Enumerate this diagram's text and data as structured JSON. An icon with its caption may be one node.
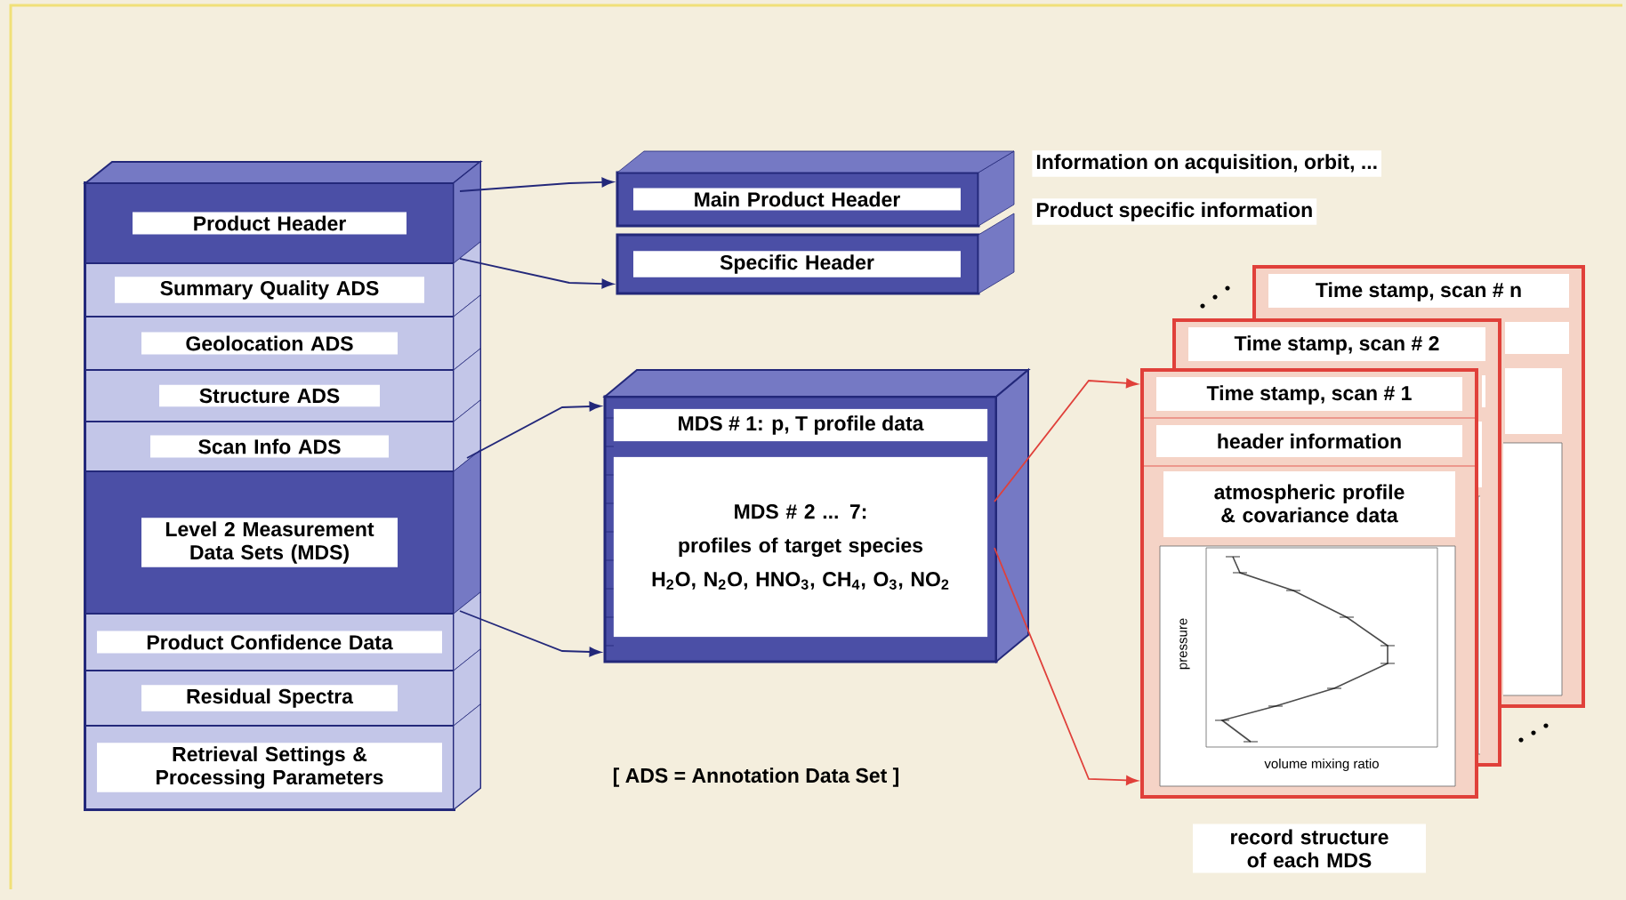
{
  "diagram": {
    "nodes": [
      {
        "text": [],
        "shape": "box"
      },
      {
        "text": [
          "Product Header"
        ],
        "in": 0
      },
      {
        "text": [
          "Summary Quality ADS"
        ],
        "in": 0
      },
      {
        "text": [
          "Geolocation ADS"
        ],
        "in": 0
      },
      {
        "text": [
          "Structure ADS"
        ],
        "in": 0
      },
      {
        "text": [
          "Scan Info ADS"
        ],
        "in": 0
      },
      {
        "text": [
          "Level 2 Measurement Data Sets (MDS)"
        ],
        "in": 0
      },
      {
        "text": [
          "Product Confidence Data"
        ],
        "in": 0
      },
      {
        "text": [
          "Residual Spectra"
        ],
        "in": 0
      },
      {
        "text": [
          "Retrieval Settings & Processing Parameters"
        ],
        "in": 0
      },
      {
        "text": [
          "Main Product Header"
        ],
        "beside": [
          "Information on acquisition, orbit, ..."
        ]
      },
      {
        "text": [
          "Specific Header"
        ],
        "beside": [
          "Product specific information"
        ]
      },
      {
        "text": [],
        "shape": "box"
      },
      {
        "text": [
          "MDS # 1: p, T profile data"
        ],
        "in": 12
      },
      {
        "text": [
          "MDS # 2 ... 7:",
          "profiles of target species",
          "H$_{2}$O, N$_{2}$O, HNO$_{3}$, CH$_{4}$, O$_{3}$, NO$_{2}$"
        ],
        "in": 12
      },
      {
        "text": [
          "Time stamp, scan # n"
        ]
      },
      {
        "text": [
          "Time stamp, scan # 2"
        ]
      },
      {
        "text": [
          "Time stamp, scan # 1",
          "header information",
          "atmospheric profile & covariance data"
        ],
        "beside": [
          "record structure of each MDS"
        ]
      }
    ],
    "edges": [
      {
        "from": 1,
        "to": 10,
        "arrow": "to"
      },
      {
        "from": 1,
        "to": 11,
        "arrow": "to"
      },
      {
        "from": 6,
        "to": 12,
        "arrow": "to"
      },
      {
        "from": 6,
        "to": 12,
        "arrow": "to"
      },
      {
        "from": 14,
        "to": 17,
        "arrow": "to",
        "color": "#e0403a"
      },
      {
        "from": 14,
        "to": 17,
        "arrow": "to",
        "color": "#e0403a"
      }
    ],
    "labels": [
      "pressure",
      "volume mixing ratio",
      "[ ADS = Annotation Data Set ]"
    ]
  }
}
